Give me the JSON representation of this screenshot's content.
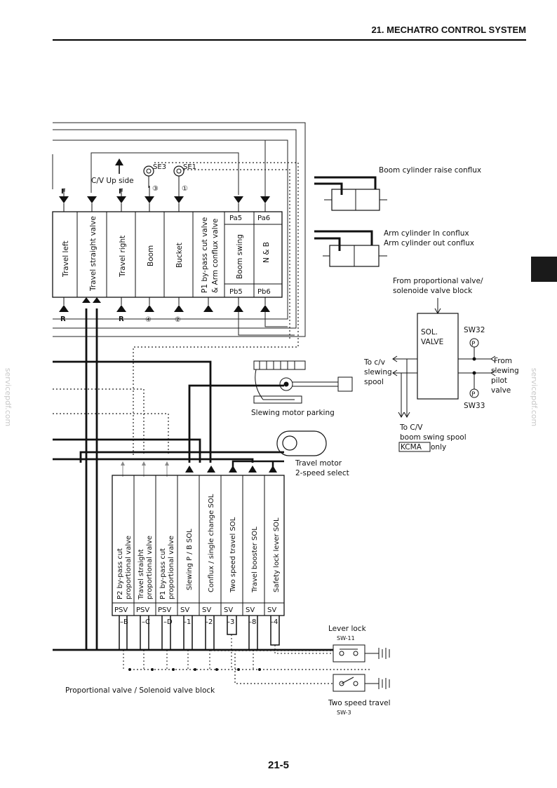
{
  "header": {
    "title": "21. MECHATRO CONTROL SYSTEM"
  },
  "page_number": "21-5",
  "watermark": {
    "text": "servicepdf.com"
  },
  "control_valve": {
    "up_side_label": "C/V Up side",
    "sensors": [
      {
        "id": "SE3",
        "marker": "③"
      },
      {
        "id": "SE1",
        "marker": "①"
      }
    ],
    "top_port_labels": [
      "F",
      "F",
      "Pa5",
      "Pa6"
    ],
    "bottom_port_labels": [
      "R",
      "R",
      "④",
      "②",
      "Pb5",
      "Pb6"
    ],
    "spools": [
      {
        "label": "Travel left"
      },
      {
        "label": "Travel straight valve"
      },
      {
        "label": "Travel right"
      },
      {
        "label": "Boom"
      },
      {
        "label": "Bucket"
      },
      {
        "label": "P1 by-pass cut valve",
        "label2": "& Arm conflux valve"
      },
      {
        "label": "Boom  swing"
      },
      {
        "label": "N & B"
      }
    ]
  },
  "actuators": {
    "boom_conflux": "Boom cylinder raise conflux",
    "arm_in": "Arm cylinder In conflux",
    "arm_out": "Arm cylinder out conflux",
    "slewing_parking": "Slewing motor parking",
    "travel_motor_1": "Travel motor",
    "travel_motor_2": "2-speed select"
  },
  "sol_block": {
    "from_label_1": "From proportional valve/",
    "from_label_2": "solenoide valve block",
    "valve_1": "SOL.",
    "valve_2": "VALVE",
    "sw32": "SW32",
    "sw33": "SW33",
    "p_symbol": "P",
    "to_cv_1": "To c/v",
    "to_cv_2": "slewing",
    "to_cv_3": "spool",
    "from_r_1": "From",
    "from_r_2": "slewing",
    "from_r_3": "pilot",
    "from_r_4": "valve",
    "to_boom_1": "To C/V",
    "to_boom_2": "boom swing spool",
    "kcma": "KCMA",
    "only": "only"
  },
  "prop_block": {
    "title": "Proportional valve / Solenoid valve block",
    "valves": [
      {
        "l1": "P2 by-pass cut",
        "l2": "proportional valve",
        "code1": "PSV",
        "code2": "–B"
      },
      {
        "l1": "Travel straight",
        "l2": "proportional valve",
        "code1": "PSV",
        "code2": "–C"
      },
      {
        "l1": "P1 by-pass cut",
        "l2": "proportional valve",
        "code1": "PSV",
        "code2": "–D"
      },
      {
        "l1": "Slewing P / B SOL",
        "l2": "",
        "code1": "SV",
        "code2": "–1"
      },
      {
        "l1": "Conflux / single change SOL",
        "l2": "",
        "code1": "SV",
        "code2": "–2"
      },
      {
        "l1": "Two speed travel SOL",
        "l2": "",
        "code1": "SV",
        "code2": "–3"
      },
      {
        "l1": "Travel booster SOL",
        "l2": "",
        "code1": "SV",
        "code2": "–8"
      },
      {
        "l1": "Safety lock lever SOL",
        "l2": "",
        "code1": "SV",
        "code2": "–4"
      }
    ]
  },
  "switches": {
    "lever_lock": "Lever lock",
    "lever_lock_id": "SW-11",
    "two_speed": "Two speed travel",
    "two_speed_id": "SW-3"
  }
}
